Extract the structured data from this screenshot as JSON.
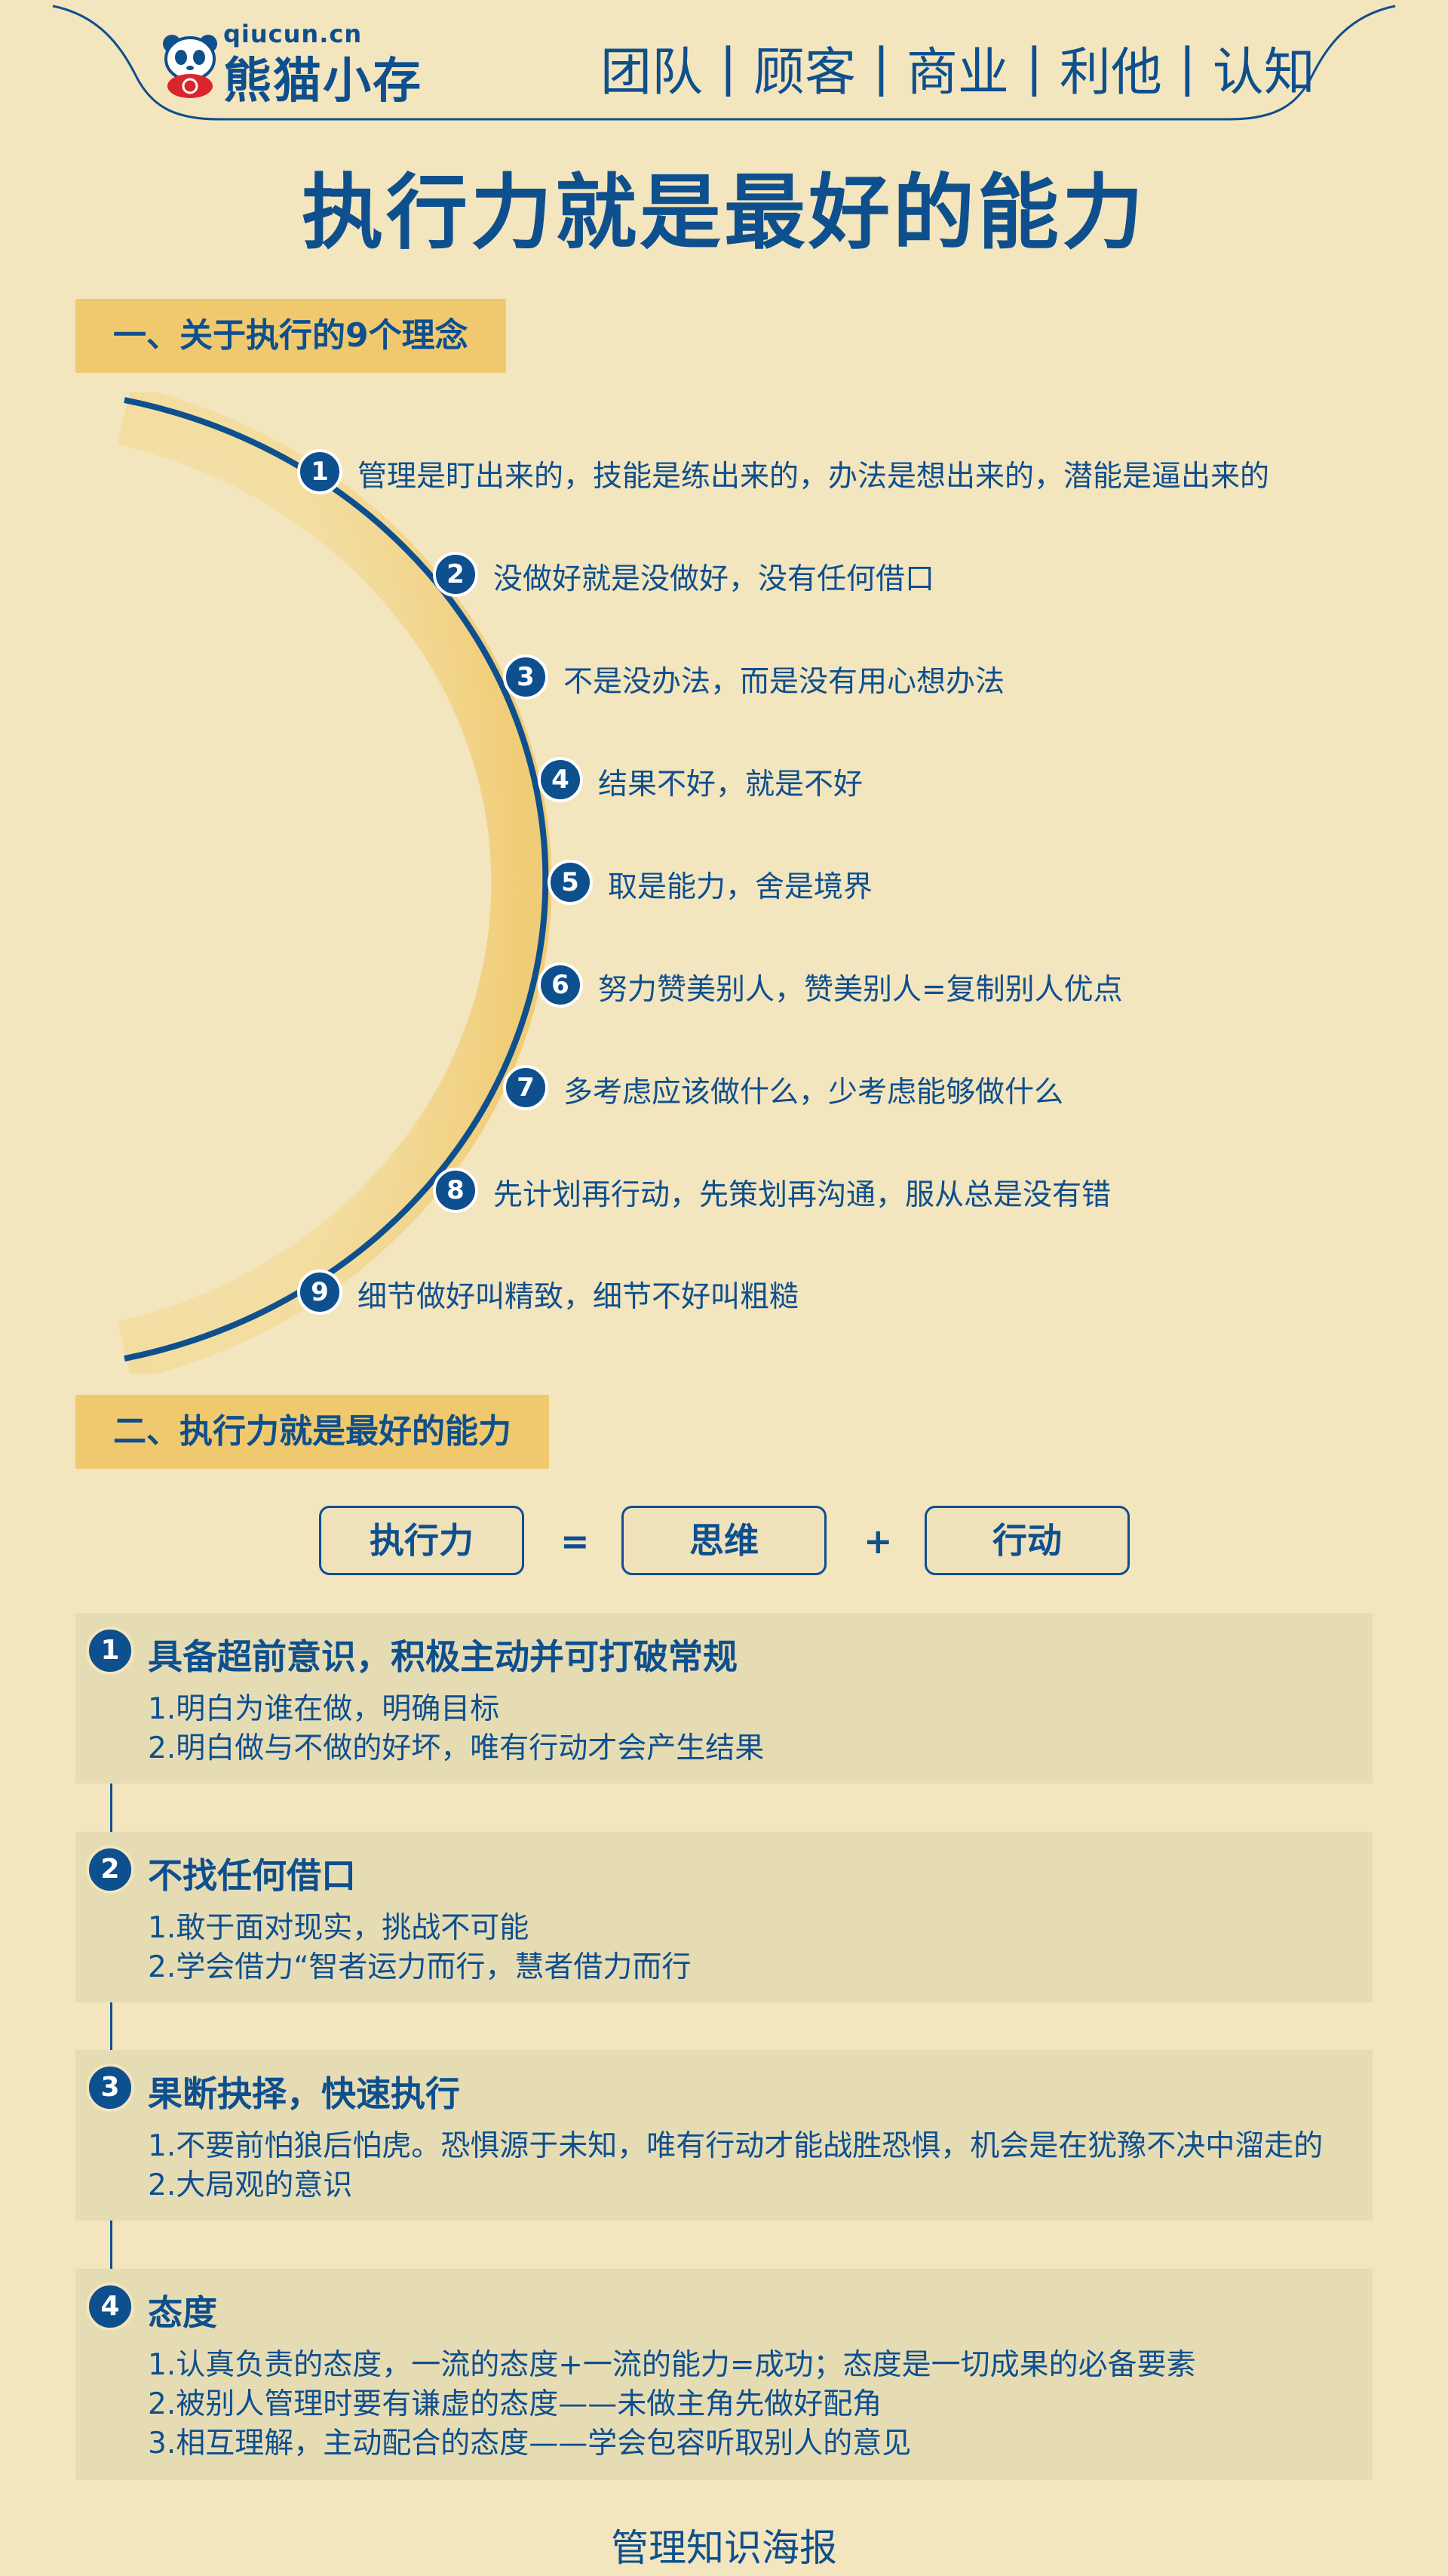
{
  "header": {
    "logo_url": "qiucun.cn",
    "logo_name": "熊猫小存",
    "nav": [
      "团队",
      "顾客",
      "商业",
      "利他",
      "认知"
    ],
    "nav_separator": "|"
  },
  "title": "执行力就是最好的能力",
  "section1": {
    "label": "一、关于执行的9个理念",
    "items": [
      {
        "num": "1",
        "text": "管理是盯出来的，技能是练出来的，办法是想出来的，潜能是逼出来的"
      },
      {
        "num": "2",
        "text": "没做好就是没做好，没有任何借口"
      },
      {
        "num": "3",
        "text": "不是没办法，而是没有用心想办法"
      },
      {
        "num": "4",
        "text": "结果不好，就是不好"
      },
      {
        "num": "5",
        "text": "取是能力，舍是境界"
      },
      {
        "num": "6",
        "text": "努力赞美别人，赞美别人=复制别人优点"
      },
      {
        "num": "7",
        "text": "多考虑应该做什么，少考虑能够做什么"
      },
      {
        "num": "8",
        "text": "先计划再行动，先策划再沟通，服从总是没有错"
      },
      {
        "num": "9",
        "text": "细节做好叫精致，细节不好叫粗糙"
      }
    ]
  },
  "section2": {
    "label": "二、执行力就是最好的能力",
    "formula": {
      "a": "执行力",
      "eq": "=",
      "b": "思维",
      "plus": "+",
      "c": "行动"
    },
    "cards": [
      {
        "num": "1",
        "title": "具备超前意识，积极主动并可打破常规",
        "lines": [
          "1.明白为谁在做，明确目标",
          "2.明白做与不做的好坏，唯有行动才会产生结果"
        ]
      },
      {
        "num": "2",
        "title": "不找任何借口",
        "lines": [
          "1.敢于面对现实，挑战不可能",
          "2.学会借力“智者运力而行，慧者借力而行"
        ]
      },
      {
        "num": "3",
        "title": "果断抉择，快速执行",
        "lines": [
          "1.不要前怕狼后怕虎。恐惧源于未知，唯有行动才能战胜恐惧，机会是在犹豫不决中溜走的",
          "2.大局观的意识"
        ]
      },
      {
        "num": "4",
        "title": "态度",
        "lines": [
          "1.认真负责的态度，一流的态度+一流的能力=成功；态度是一切成果的必备要素",
          "2.被别人管理时要有谦虚的态度——未做主角先做好配角",
          "3.相互理解，主动配合的态度——学会包容听取别人的意见"
        ]
      }
    ]
  },
  "footer": "管理知识海报",
  "colors": {
    "background": "#f3e5bd",
    "primary": "#0e4f8e",
    "accent": "#f0c96e",
    "card": "#e6dcb4"
  }
}
